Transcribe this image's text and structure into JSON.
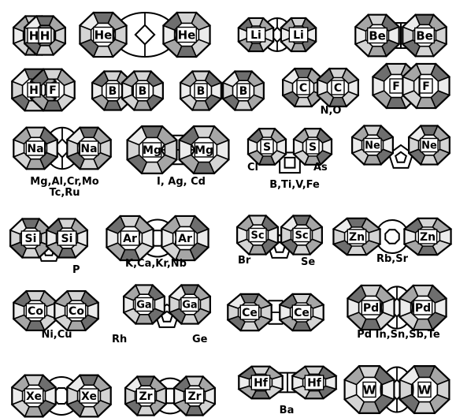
{
  "colors": {
    "dark": "#6e6e6e",
    "mid": "#a6a6a6",
    "light": "#d4d4d4",
    "pale": "#ececec",
    "edge": "#000000",
    "labelbox": "#ffffff"
  },
  "items": [
    {
      "id": "h-h",
      "pair": [
        "H",
        "H"
      ],
      "bridge": "none",
      "captions": []
    },
    {
      "id": "he-he",
      "pair": [
        "He",
        "He"
      ],
      "bridge": "wide",
      "captions": []
    },
    {
      "id": "li-li",
      "pair": [
        "Li",
        "Li"
      ],
      "bridge": "oval",
      "captions": []
    },
    {
      "id": "be-be",
      "pair": [
        "Be",
        "Be"
      ],
      "bridge": "square",
      "captions": []
    },
    {
      "id": "h-f",
      "pair": [
        "H",
        "F"
      ],
      "bridge": "none",
      "captions": []
    },
    {
      "id": "b-b1",
      "pair": [
        "B",
        "B"
      ],
      "bridge": "none",
      "captions": []
    },
    {
      "id": "b-b2",
      "pair": [
        "B",
        "B"
      ],
      "bridge": "none",
      "captions": []
    },
    {
      "id": "c-c",
      "pair": [
        "C",
        "C"
      ],
      "bridge": "none",
      "captions": [
        "N,O"
      ]
    },
    {
      "id": "f-f",
      "pair": [
        "F",
        "F"
      ],
      "bridge": "none",
      "captions": []
    },
    {
      "id": "na-na",
      "pair": [
        "Na",
        "Na"
      ],
      "bridge": "oval",
      "captions": [
        "Mg,Al,Cr,Mo",
        "Tc,Ru"
      ]
    },
    {
      "id": "mg-mg",
      "pair": [
        "Mg",
        "Mg"
      ],
      "bridge": "hex",
      "captions": [
        "I, Ag, Cd"
      ]
    },
    {
      "id": "s-s",
      "pair": [
        "S",
        "S"
      ],
      "bridge": "cube",
      "captions": [
        "Cl",
        "As",
        "B,Ti,V,Fe"
      ]
    },
    {
      "id": "ne-ne",
      "pair": [
        "Ne",
        "Ne"
      ],
      "bridge": "cage",
      "captions": []
    },
    {
      "id": "si-si",
      "pair": [
        "Si",
        "Si"
      ],
      "bridge": "cage",
      "captions": [
        "P"
      ]
    },
    {
      "id": "ar-ar",
      "pair": [
        "Ar",
        "Ar"
      ],
      "bridge": "ball",
      "captions": [
        "K,Ca,Kr,Nb"
      ]
    },
    {
      "id": "sc-sc",
      "pair": [
        "Sc",
        "Sc"
      ],
      "bridge": "cage",
      "captions": [
        "Br",
        "Se"
      ]
    },
    {
      "id": "zn-zn",
      "pair": [
        "Zn",
        "Zn"
      ],
      "bridge": "ball",
      "captions": [
        "Rb,Sr"
      ]
    },
    {
      "id": "co-co",
      "pair": [
        "Co",
        "Co"
      ],
      "bridge": "none",
      "captions": [
        "Ni,Cu"
      ]
    },
    {
      "id": "ga-ga",
      "pair": [
        "Ga",
        "Ga"
      ],
      "bridge": "cage",
      "captions": [
        "Rh",
        "Ge"
      ]
    },
    {
      "id": "ce-ce",
      "pair": [
        "Ce",
        "Ce"
      ],
      "bridge": "hex",
      "captions": []
    },
    {
      "id": "pd-pd",
      "pair": [
        "Pd",
        "Pd"
      ],
      "bridge": "oval",
      "captions": [
        "Pd In,Sn,Sb,Te"
      ]
    },
    {
      "id": "xe-xe",
      "pair": [
        "Xe",
        "Xe"
      ],
      "bridge": "ball",
      "captions": []
    },
    {
      "id": "zr-zr",
      "pair": [
        "Zr",
        "Zr"
      ],
      "bridge": "ball",
      "captions": []
    },
    {
      "id": "hf-hf",
      "pair": [
        "Hf",
        "Hf"
      ],
      "bridge": "square",
      "captions": [
        "Ba"
      ]
    },
    {
      "id": "w-w",
      "pair": [
        "W",
        "W"
      ],
      "bridge": "wide",
      "captions": []
    }
  ]
}
